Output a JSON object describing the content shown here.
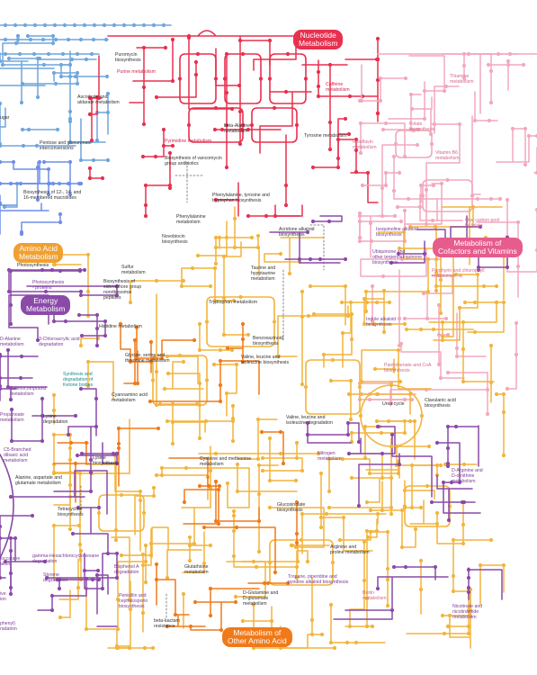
{
  "categories": {
    "nucleotide": "Nucleotide\nMetabolism",
    "cofactors": "Metabolism of\nCofactors and Vitamins",
    "amino_acid": "Amino Acid\nMetabolism",
    "energy": "Energy\nMetabolism",
    "other_amino": "Metabolism of\nOther Amino Acid"
  },
  "colors": {
    "nucleotide": "#e8304f",
    "cofactors": "#e65c8c",
    "amino_acid": "#f0a030",
    "energy": "#8a4aa8",
    "other_amino": "#f07a1a",
    "carbohydrate": "#6fa6dc",
    "lipid": "#6f8ee8",
    "amino_line": "#f2b43c",
    "pink_line": "#f2a8bd"
  },
  "labels": {
    "puromycin": "Puromycin\nbiosynthesis",
    "purine": "Purine metabolism",
    "ascorbate": "Ascorbate and\naldarate metabolism",
    "ugar": "ugar",
    "pentose": "Pentose and glucuronate\ninterconversions",
    "biosynthesis_12_14": "Biosynthesis of 12-, 14- and\n16-membered macrolides",
    "caffeine": "Caffeine\nmetabolism",
    "thiamine": "Thiamine\nmetabolism",
    "folate": "Folate\nbiosynthesis",
    "riboflavin": "Riboflavin\nmetabolism",
    "vitamin_b6": "Vitamin B6\nmetabolism",
    "one_carbon": "One carbon pool\nby folate",
    "tyrosine": "Tyrosine metabolism",
    "beta_alanine": "beta-Alanine\nmetabolism",
    "pyrimidine": "Pyrimidine metabolism",
    "vancomycin": "Biosynthesis of vancomycin\ngroup antibiotics",
    "phe_tyr_trp": "Phenylalanine, tyrosine and\ntryptophan biosynthesis",
    "phenylalanine": "Phenylalanine\nmetabolism",
    "acridone": "Acridone alkaloid\nbiosynthesis",
    "novobiocin": "Novobiocin\nbiosynthesis",
    "isoquinoline": "Isoquinoline alkaloid\nbiosynthesis",
    "ubiquinone": "Ubiquinone and\nother terpenoid-quinone\nbiosynthesis",
    "photosynthesis": "Photosynthesis",
    "photosynthesis_proteins": "Photosynthesis\n- proteins",
    "sulfur": "Sulfur\nmetabolism",
    "siderophore": "Biosynthesis of\nsiderophore group\nnonribosomal\npeptides",
    "taurine": "Taurine and\nhypotaurine\nmetabolism",
    "tryptophan": "Tryptophan metabolism",
    "porphyrin": "Porphyrin and chlorophyll\nmetabolism",
    "histidine": "Histidine metabolism",
    "indole": "Indole alkaloid\nbiosynthesis",
    "benzoxazinoid": "Benzoxazinoid\nbiosynthesis",
    "pantothenate": "Pantothenate and CoA\nbiosynthesis",
    "d_alanine": "D-Alanine\nmetabolism",
    "chloroacrylic": "3-Chloroacrylic acid\ndegradation",
    "glycine": "Glycine, serine and\nthreonine metabolism",
    "valine_bio": "Valine, leucine and\nisoleucine biosynthesis",
    "synthesis_ketone": "Synthesis and\ndegradation of\nKetone bodies",
    "cyanoamino": "Cyanoamino acid\nmetabolism",
    "selenocompound": "Selenocompound\nmetabolism",
    "urea": "Urea cycle",
    "clavulanic": "Clavulanic acid\nbiosynthesis",
    "propanoate": "Propanoate\nmetabolism",
    "lysine_deg": "Lysine\ndegradation",
    "valine_deg": "Valine, leucine and\nisoleucine degradation",
    "c5_branched": "C5-Branched\ndibasic acid\nmetabolism",
    "lysine_bio": "Lysine\nbiosynthesis",
    "cysteine": "Cysteine and methionine\nmetabolism",
    "nitrogen": "Nitrogen\nmetabolism",
    "d_arginine": "D-Arginine and\nD-ornithine\nmetabolism",
    "alanine_asp": "Alanine, aspartate and\nglutamate metabolism",
    "tetracycline": "Tetracycline\nbiosynthesis",
    "glucosinolate": "Glucosinolate\nbiosynthesis",
    "hexachloro": "gamma-Hexachlorocyclohexane\ndegradation",
    "arginine_proline": "Arginine and\nproline metabolism",
    "loccatane": "loccatane\nation",
    "styrene": "Styrene\ndegradation",
    "bisphenol": "Bisphenol A\ndegradation",
    "glutathione": "Glutathione\nmetabolism",
    "tropane": "Tropane, piperidine and\npyridine alkaloid biosynthesis",
    "d_glutamine": "D-Glutamine and\nD-glutamate\nmetabolism",
    "biotin": "Biotin\nmetabolism",
    "nicotinate": "Nicotinate and\nnicotinamide\nmetabolism",
    "ive": "ive\nion",
    "penicillin": "Penicillin and\ncephalosporin\nbiosynthesis",
    "beta_lactam": "beta-Lactam\nresistance",
    "phenyl": "phenyl)\nradation"
  }
}
